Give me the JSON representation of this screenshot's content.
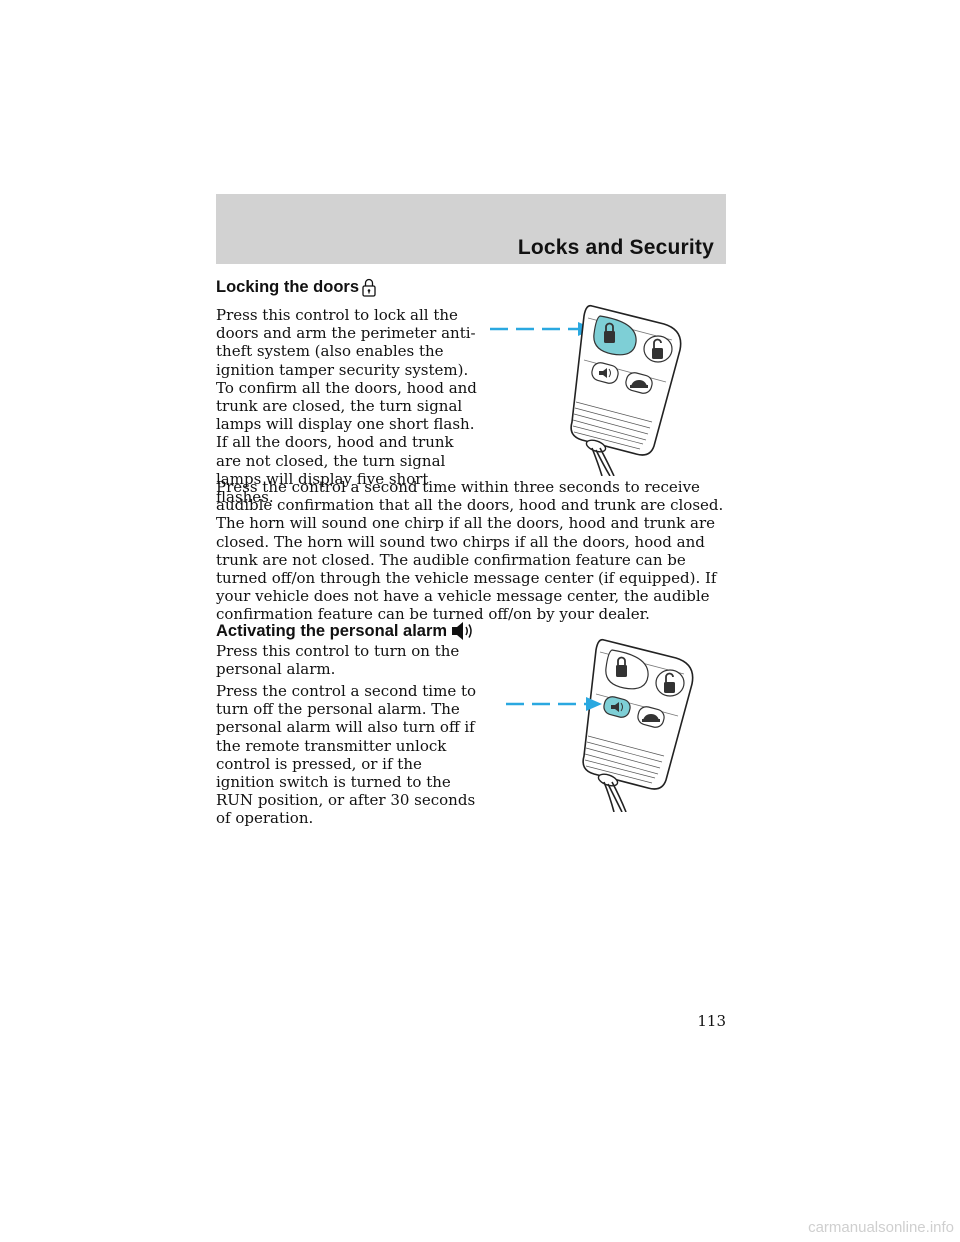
{
  "header": {
    "title": "Locks and Security"
  },
  "sections": [
    {
      "heading": "Locking the doors",
      "heading_icon": "lock-icon",
      "paragraphs": [
        "Press this control to lock all the doors and arm the perimeter anti-theft system (also enables the ignition tamper security system). To confirm all the doors, hood and trunk are closed, the turn signal lamps will display one short flash. If all the doors, hood and trunk are not closed, the turn signal lamps will display five short flashes.",
        "Press the control a second time within three seconds to receive audible confirmation that all the doors, hood and trunk are closed. The horn will sound one chirp if all the doors, hood and trunk are closed. The horn will sound two chirps if all the doors, hood and trunk are not closed. The audible confirmation feature can be turned off/on through the vehicle message center (if equipped). If your vehicle does not have a vehicle message center, the audible confirmation feature can be turned off/on by your dealer."
      ],
      "figure": {
        "highlighted_button": "lock",
        "highlight_color": "#7ecfd6",
        "arrow_color": "#2aa8e0"
      }
    },
    {
      "heading": "Activating the personal alarm",
      "heading_icon": "speaker-icon",
      "paragraphs": [
        "Press this control to turn on the personal alarm.",
        "Press the control a second time to turn off the personal alarm. The personal alarm will also turn off if the remote transmitter unlock control is pressed, or if the ignition switch is turned to the RUN position, or after 30 seconds of operation."
      ],
      "figure": {
        "highlighted_button": "panic",
        "highlight_color": "#7ecfd6",
        "arrow_color": "#2aa8e0"
      }
    }
  ],
  "page_number": "113",
  "footer": {
    "watermark": "carmanualsonline.info"
  }
}
